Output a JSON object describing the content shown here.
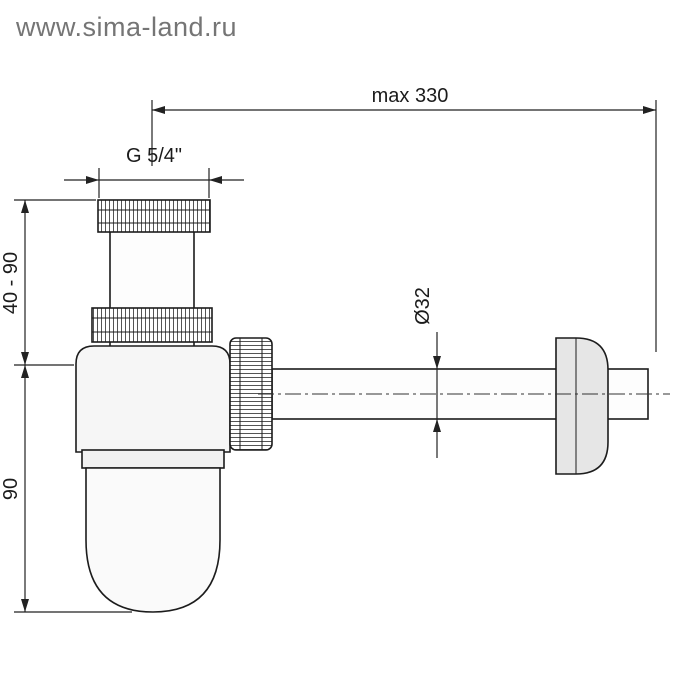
{
  "watermark": "www.sima-land.ru",
  "diagram": {
    "subject": "bottle-trap-siphon-technical-drawing",
    "dims": {
      "max_width": "max 330",
      "thread": "G 5/4\"",
      "adjustable_height": "40 - 90",
      "cup_height": "90",
      "pipe_diameter": "Ø32"
    },
    "colors": {
      "line": "#1c1c1c",
      "dimension": "#222222",
      "watermark": "#757575",
      "flange_fill": "#e6e6e6",
      "background": "#ffffff"
    }
  }
}
